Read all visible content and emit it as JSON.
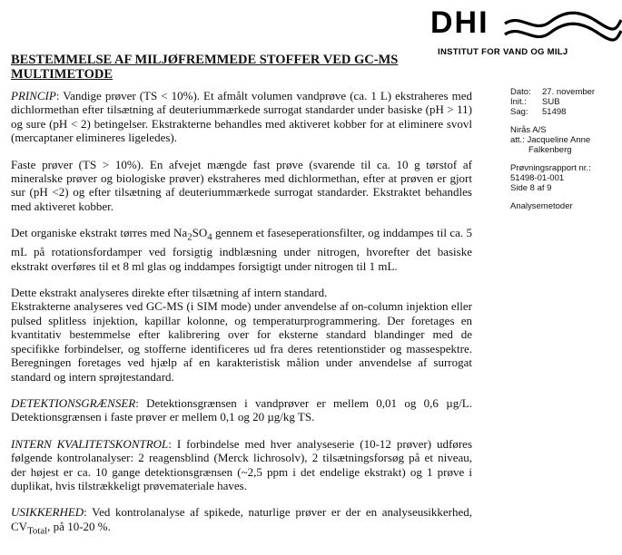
{
  "logo": {
    "wordmark": "DHI",
    "tagline": "INSTITUT FOR VAND OG MILJ"
  },
  "title": "BESTEMMELSE AF MILJØFREMMEDE STOFFER VED GC-MS MULTIMETODE",
  "sidebar": {
    "dato_label": "Dato:",
    "dato_value": "27. november",
    "init_label": "Init.:",
    "init_value": "SUB",
    "sag_label": "Sag:",
    "sag_value": "51498",
    "client": "Nirås A/S",
    "att_line1": "att.: Jacqueline Anne",
    "att_line2": "Falkenberg",
    "report_label": "Prøvningsrapport nr.:",
    "report_no": "51498-01-001",
    "page": "Side 8 af 9",
    "section": "Analysemetoder"
  },
  "body": {
    "princip_heading": "PRINCIP",
    "princip_text": ": Vandige prøver (TS < 10%). Et afmålt volumen vandprøve (ca. 1 L) ekstraheres med dichlormethan efter tilsætning af deuteriummærkede surrogat standarder under basiske (pH > 11) og sure (pH < 2) betingelser. Ekstrakterne behandles med aktiveret kobber for at eliminere svovl (mercaptaner elimineres ligeledes).",
    "faste": "Faste prøver (TS > 10%). En afvejet mængde fast prøve (svarende til ca. 10 g tørstof af mineralske prøver og biologiske prøver) ekstraheres med dichlormethan, efter at prøven er gjort sur (pH <2) og efter tilsætning af deuteriummærkede surrogat standarder. Ekstraktet behandles med aktiveret kobber.",
    "organic_a": "Det organiske ekstrakt tørres med Na",
    "organic_sub1": "2",
    "organic_b": "SO",
    "organic_sub2": "4",
    "organic_c": " gennem et faseseperationsfilter, og inddampes til ca. 5 mL på rotationsfordamper ved forsigtig indblæsning under nitrogen, hvorefter det basiske ekstrakt overføres til et 8 ml glas og inddampes forsigtigt under nitrogen til 1 mL.",
    "direct": "Dette ekstrakt analyseres direkte efter tilsætning af intern standard.",
    "gcms": "Ekstrakterne analyseres ved GC-MS (i SIM mode) under anvendelse af on-column injektion eller pulsed splitless injektion, kapillar kolonne, og temperaturprogrammering. Der foretages en kvantitativ bestemmelse efter kalibrering over for eksterne standard blandinger med de specifikke forbindelser, og stofferne identificeres ud fra deres retentionstider og massespektre. Beregningen foretages ved hjælp af en karakteristisk målion under anvendelse af surrogat standard og intern sprøjtestandard.",
    "det_heading": "DETEKTIONSGRÆNSER",
    "det_text": ": Detektionsgrænsen i vandprøver er mellem 0,01 og 0,6 µg/L. Detektionsgrænsen i faste prøver er mellem 0,1 og 20 µg/kg TS.",
    "ik_heading": "INTERN KVALITETSKONTROL",
    "ik_text": ": I forbindelse med hver analyseserie (10-12 prøver) udføres følgende kontrolanalyser: 2 reagensblind (Merck lichrosolv), 2 tilsætningsforsøg på et niveau, der højest er ca. 10 gange detektionsgrænsen (~2,5 ppm i det endelige ekstrakt) og 1 prøve i duplikat, hvis tilstrækkeligt prøvemateriale haves.",
    "us_heading": "USIKKERHED",
    "us_text_a": ": Ved kontrolanalyse af spikede, naturlige prøver er der en analyseusikkerhed, CV",
    "us_sub": "Total",
    "us_text_b": ", på 10-20 %."
  }
}
